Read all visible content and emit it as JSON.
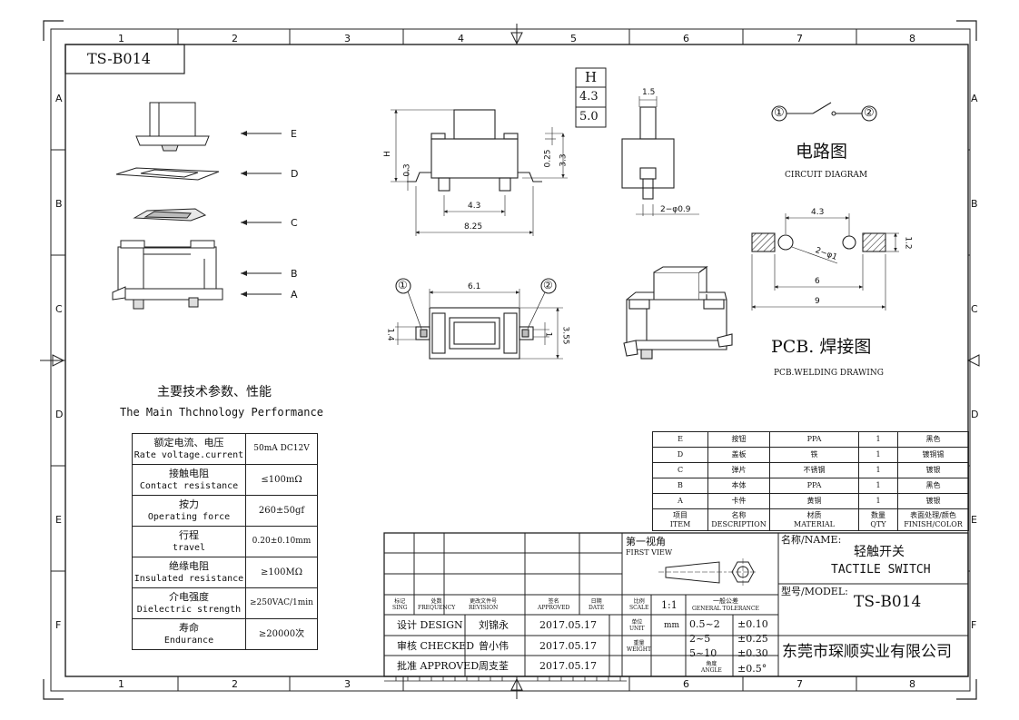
{
  "frame": {
    "cols": [
      "1",
      "2",
      "3",
      "4",
      "5",
      "6",
      "7",
      "8"
    ],
    "rows": [
      "A",
      "B",
      "C",
      "D",
      "E",
      "F"
    ]
  },
  "drawing_no": "TS-B014",
  "exploded": {
    "labels": [
      "E",
      "D",
      "C",
      "B",
      "A"
    ]
  },
  "h_table": {
    "header": "H",
    "values": [
      "4.3",
      "5.0"
    ]
  },
  "dims": {
    "front": {
      "h": "H",
      "d03": "0.3",
      "d025": "0.25",
      "d33": "3.3",
      "d43": "4.3",
      "d825": "8.25"
    },
    "side": {
      "d15": "1.5",
      "pin": "2−φ0.9"
    },
    "bottom": {
      "pin1": "①",
      "pin2": "②",
      "d61": "6.1",
      "d14": "1.4",
      "d1": "1",
      "d355": "3.55"
    }
  },
  "circuit": {
    "pin1": "①",
    "pin2": "②",
    "title_cn": "电路图",
    "title_en": "CIRCUIT DIAGRAM"
  },
  "pcb": {
    "d43": "4.3",
    "hole": "2−φ1",
    "d12": "1.2",
    "d6": "6",
    "d9": "9",
    "title_cn": "PCB. 焊接图",
    "title_en": "PCB.WELDING DRAWING"
  },
  "performance": {
    "title_cn": "主要技术参数、性能",
    "title_en": "The Main Thchnology Performance",
    "rows": [
      {
        "cn": "额定电流、电压",
        "en": "Rate voltage.current",
        "value": "50mA DC12V"
      },
      {
        "cn": "接触电阻",
        "en": "Contact resistance",
        "value": "≤100mΩ"
      },
      {
        "cn": "按力",
        "en": "Operating force",
        "value": "260±50gf"
      },
      {
        "cn": "行程",
        "en": "travel",
        "value": "0.20±0.10mm"
      },
      {
        "cn": "绝缘电阻",
        "en": "Insulated resistance",
        "value": "≥100MΩ"
      },
      {
        "cn": "介电强度",
        "en": "Dielectric strength",
        "value": "≥250VAC/1min"
      },
      {
        "cn": "寿命",
        "en": "Endurance",
        "value": "≥20000次"
      }
    ]
  },
  "bom": {
    "rows": [
      {
        "item": "E",
        "desc": "按钮",
        "material": "PPA",
        "qty": "1",
        "finish": "黑色"
      },
      {
        "item": "D",
        "desc": "盖板",
        "material": "铁",
        "qty": "1",
        "finish": "镀铜锡"
      },
      {
        "item": "C",
        "desc": "弹片",
        "material": "不锈钢",
        "qty": "1",
        "finish": "镀银"
      },
      {
        "item": "B",
        "desc": "本体",
        "material": "PPA",
        "qty": "1",
        "finish": "黑色"
      },
      {
        "item": "A",
        "desc": "卡件",
        "material": "黄铜",
        "qty": "1",
        "finish": "镀银"
      }
    ],
    "header": {
      "item_cn": "项目",
      "item_en": "ITEM",
      "desc_cn": "名称",
      "desc_en": "DESCRIPTION",
      "mat_cn": "材质",
      "mat_en": "MATERIAL",
      "qty_cn": "数量",
      "qty_en": "QTY",
      "fin_cn": "表面处理/颜色",
      "fin_en": "FINISH/COLOR"
    }
  },
  "title_block": {
    "rev_headers": [
      {
        "cn": "标记",
        "en": "SING"
      },
      {
        "cn": "处数",
        "en": "FREQUENCY"
      },
      {
        "cn": "更改文件号",
        "en": "REVISION"
      },
      {
        "cn": "签名",
        "en": "APPROVED"
      },
      {
        "cn": "日期",
        "en": "DATE"
      }
    ],
    "design": "设计 DESIGN",
    "designer": "刘锦永",
    "design_date": "2017.05.17",
    "check": "审核 CHECKED",
    "checker": "曾小伟",
    "check_date": "2017.05.17",
    "approve": "批准 APPROVED",
    "approver": "周支荃",
    "approve_date": "2017.05.17",
    "first_view_cn": "第一视角",
    "first_view_en": "FIRST VIEW",
    "scale_cn": "比例",
    "scale_en": "SCALE",
    "scale": "1:1",
    "unit_cn": "单位",
    "unit_en": "UNIT",
    "unit": "mm",
    "weight_cn": "重量",
    "weight_en": "WEIGHT",
    "tol_cn": "一般公差",
    "tol_en": "GENERAL TOLERANCE",
    "tol": [
      {
        "range": "0.5~2",
        "val": "±0.10"
      },
      {
        "range": "2~5",
        "val": "±0.25"
      },
      {
        "range": "5~10",
        "val": "±0.30"
      }
    ],
    "angle_cn": "角度",
    "angle_en": "ANGLE",
    "angle_val": "±0.5°",
    "name_label": "名称/NAME:",
    "name_cn": "轻触开关",
    "name_en": "TACTILE SWITCH",
    "model_label": "型号/MODEL:",
    "model": "TS-B014",
    "company": "东莞市琛顺实业有限公司"
  }
}
